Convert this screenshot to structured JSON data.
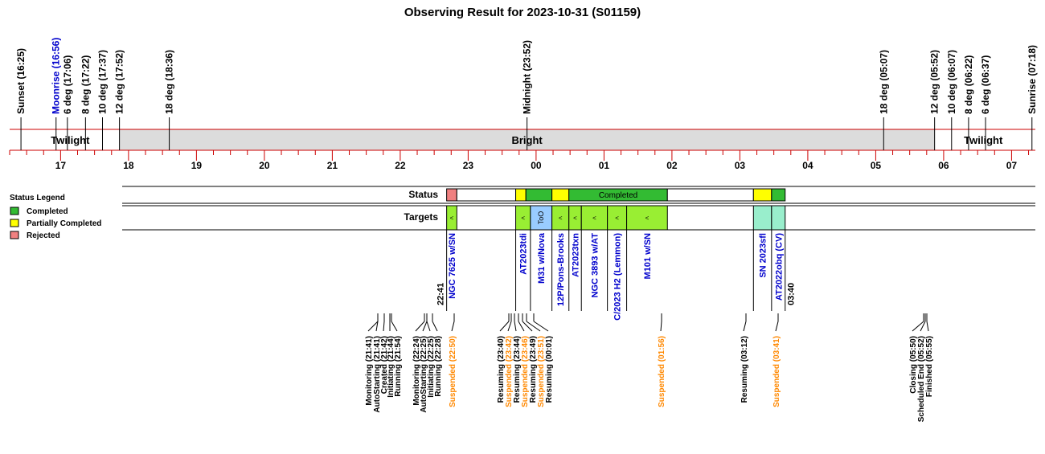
{
  "chart_data": {
    "type": "timeline",
    "title": "Observing Result for 2023-10-31 (S01159)",
    "time_range_hours": [
      16.25,
      31.35
    ],
    "axis": {
      "ticks": [
        {
          "h": 17,
          "label": "17"
        },
        {
          "h": 18,
          "label": "18"
        },
        {
          "h": 19,
          "label": "19"
        },
        {
          "h": 20,
          "label": "20"
        },
        {
          "h": 21,
          "label": "21"
        },
        {
          "h": 22,
          "label": "22"
        },
        {
          "h": 23,
          "label": "23"
        },
        {
          "h": 24,
          "label": "00"
        },
        {
          "h": 25,
          "label": "01"
        },
        {
          "h": 26,
          "label": "02"
        },
        {
          "h": 27,
          "label": "03"
        },
        {
          "h": 28,
          "label": "04"
        },
        {
          "h": 29,
          "label": "05"
        },
        {
          "h": 30,
          "label": "06"
        },
        {
          "h": 31,
          "label": "07"
        }
      ]
    },
    "sky_events": [
      {
        "time": "16:25",
        "label": "Sunset (16:25)",
        "color": "#000000"
      },
      {
        "time": "16:56",
        "label": "Moonrise (16:56)",
        "color": "#0000cc"
      },
      {
        "time": "17:06",
        "label": "6 deg (17:06)",
        "color": "#000000"
      },
      {
        "time": "17:22",
        "label": "8 deg (17:22)",
        "color": "#000000"
      },
      {
        "time": "17:37",
        "label": "10 deg (17:37)",
        "color": "#000000"
      },
      {
        "time": "17:52",
        "label": "12 deg (17:52)",
        "color": "#000000"
      },
      {
        "time": "18:36",
        "label": "18 deg (18:36)",
        "color": "#000000"
      },
      {
        "time": "23:52",
        "label": "Midnight (23:52)",
        "color": "#000000"
      },
      {
        "time": "05:07",
        "label": "18 deg (05:07)",
        "color": "#000000"
      },
      {
        "time": "05:52",
        "label": "12 deg (05:52)",
        "color": "#000000"
      },
      {
        "time": "06:07",
        "label": "10 deg (06:07)",
        "color": "#000000"
      },
      {
        "time": "06:22",
        "label": "8 deg (06:22)",
        "color": "#000000"
      },
      {
        "time": "06:37",
        "label": "6 deg (06:37)",
        "color": "#000000"
      },
      {
        "time": "07:18",
        "label": "Sunrise (07:18)",
        "color": "#000000"
      }
    ],
    "sky_bands": [
      {
        "start": "16:25",
        "end": "17:52",
        "label": "Twilight",
        "color": "#ffffff"
      },
      {
        "start": "17:52",
        "end": "05:52",
        "label": "Bright",
        "color": "#dcdcdc"
      },
      {
        "start": "05:52",
        "end": "07:18",
        "label": "Twilight",
        "color": "#ffffff"
      }
    ],
    "rows": {
      "status": "Status",
      "targets": "Targets"
    },
    "legend": {
      "title": "Status Legend",
      "items": [
        {
          "label": "Completed",
          "color": "#33bb33"
        },
        {
          "label": "Partially Completed",
          "color": "#ffff00"
        },
        {
          "label": "Rejected",
          "color": "#f08080"
        }
      ]
    },
    "status_segments": [
      {
        "start": "22:41",
        "end": "22:50",
        "color": "#f08080",
        "label": ""
      },
      {
        "start": "22:50",
        "end": "23:42",
        "color": "#ffffff",
        "label": ""
      },
      {
        "start": "23:42",
        "end": "23:51",
        "color": "#ffff00",
        "label": ""
      },
      {
        "start": "23:51",
        "end": "00:14",
        "color": "#33bb33",
        "label": ""
      },
      {
        "start": "00:14",
        "end": "00:29",
        "color": "#ffff00",
        "label": ""
      },
      {
        "start": "00:29",
        "end": "01:56",
        "color": "#33bb33",
        "label": "Completed"
      },
      {
        "start": "01:56",
        "end": "03:12",
        "color": "#ffffff",
        "label": ""
      },
      {
        "start": "03:12",
        "end": "03:28",
        "color": "#ffff00",
        "label": ""
      },
      {
        "start": "03:28",
        "end": "03:40",
        "color": "#33bb33",
        "label": ""
      }
    ],
    "targets": [
      {
        "start": "22:41",
        "end": "22:50",
        "name": "NGC 7625 w/SN",
        "marker": "<",
        "color": "#99ee33"
      },
      {
        "start": "23:42",
        "end": "23:55",
        "name": "AT2023tdi",
        "marker": "<",
        "color": "#99ee33"
      },
      {
        "start": "23:55",
        "end": "00:14",
        "name": "M31 w/Nova",
        "marker": "ToO",
        "color": "#99ccff"
      },
      {
        "start": "00:14",
        "end": "00:29",
        "name": "12P/Pons-Brooks",
        "marker": "<",
        "color": "#99ee33"
      },
      {
        "start": "00:29",
        "end": "00:40",
        "name": "AT2023txn",
        "marker": "<",
        "color": "#99ee33"
      },
      {
        "start": "00:40",
        "end": "01:03",
        "name": "NGC 3893 w/AT",
        "marker": "<",
        "color": "#99ee33"
      },
      {
        "start": "01:03",
        "end": "01:20",
        "name": "C/2023 H2 (Lemmon)",
        "marker": "<",
        "color": "#99ee33"
      },
      {
        "start": "01:20",
        "end": "01:56",
        "name": "M101 w/SN",
        "marker": "<",
        "color": "#99ee33"
      },
      {
        "start": "03:12",
        "end": "03:28",
        "name": "SN 2023sfl",
        "marker": "",
        "color": "#99eecc"
      },
      {
        "start": "03:28",
        "end": "03:40",
        "name": "AT2022obq (CV)",
        "marker": "",
        "color": "#99eecc"
      }
    ],
    "target_window": {
      "start_label": "22:41",
      "end_label": "03:40"
    },
    "log_events": [
      {
        "label": "Monitoring (21:41)",
        "color": "#000000"
      },
      {
        "label": "AutoStarting (21:41)",
        "color": "#000000"
      },
      {
        "label": "Created (21:42)",
        "color": "#000000"
      },
      {
        "label": "Initiating (21:44)",
        "color": "#000000"
      },
      {
        "label": "Running (21:54)",
        "color": "#000000"
      },
      {
        "label": "Monitoring (22:24)",
        "color": "#000000"
      },
      {
        "label": "AutoStarting (22:25)",
        "color": "#000000"
      },
      {
        "label": "Initiating (22:25)",
        "color": "#000000"
      },
      {
        "label": "Running (22:28)",
        "color": "#000000"
      },
      {
        "label": "Suspended (22:50)",
        "color": "#ff8800"
      },
      {
        "label": "Resuming (23:40)",
        "color": "#000000"
      },
      {
        "label": "Suspended (23:42)",
        "color": "#ff8800"
      },
      {
        "label": "Resuming (23:44)",
        "color": "#000000"
      },
      {
        "label": "Suspended (23:46)",
        "color": "#ff8800"
      },
      {
        "label": "Resuming (23:49)",
        "color": "#000000"
      },
      {
        "label": "Suspended (23:51)",
        "color": "#ff8800"
      },
      {
        "label": "Resuming (00:01)",
        "color": "#000000"
      },
      {
        "label": "Suspended (01:56)",
        "color": "#ff8800"
      },
      {
        "label": "Resuming (03:12)",
        "color": "#000000"
      },
      {
        "label": "Suspended (03:41)",
        "color": "#ff8800"
      },
      {
        "label": "Closing (05:50)",
        "color": "#000000"
      },
      {
        "label": "Scheduled End (05:52)",
        "color": "#000000"
      },
      {
        "label": "Finished (05:55)",
        "color": "#000000"
      }
    ]
  }
}
